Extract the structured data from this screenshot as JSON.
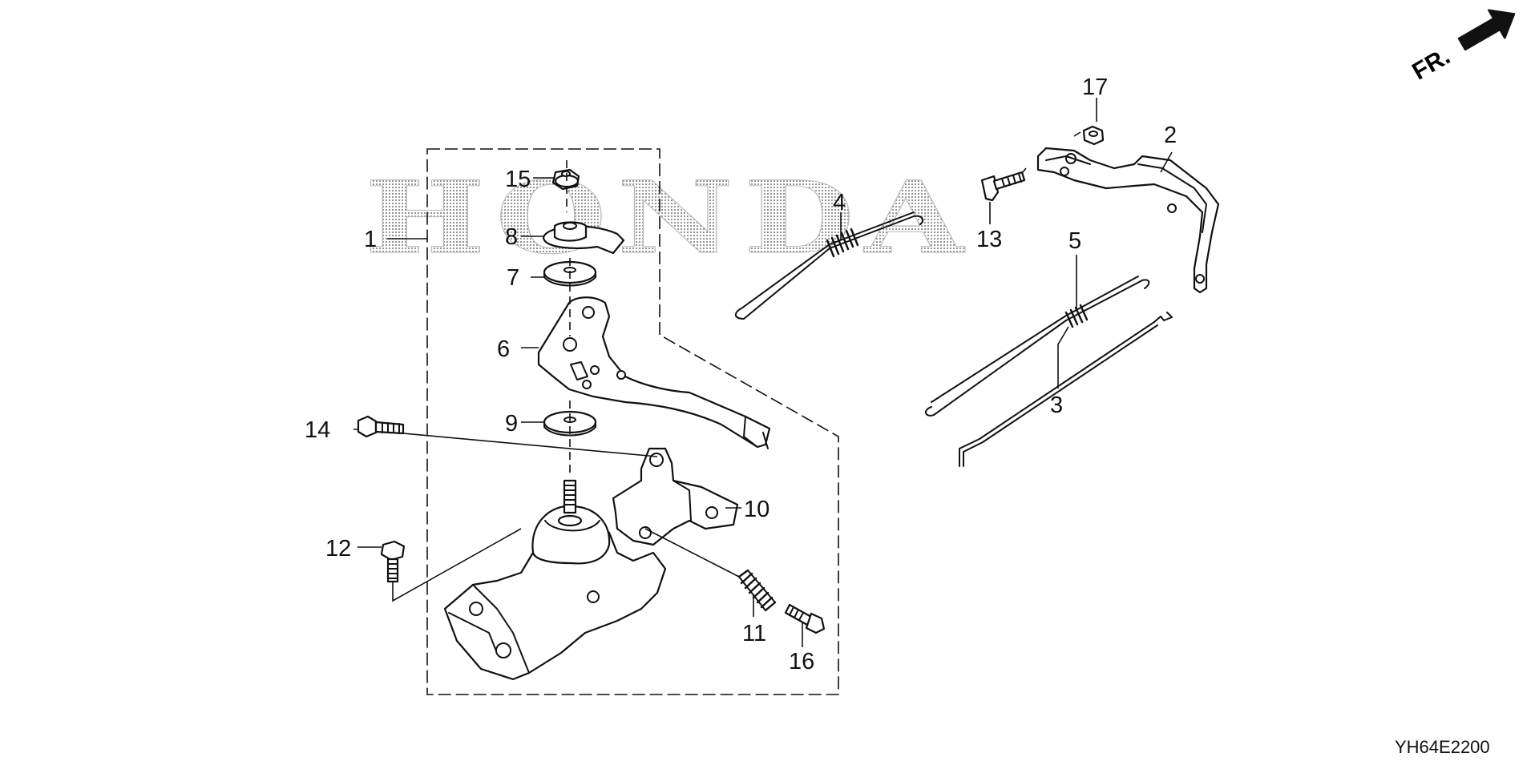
{
  "watermark": "HONDA",
  "direction_label": "FR.",
  "diagram_code": "YH64E2200",
  "callouts": [
    "1",
    "2",
    "3",
    "4",
    "5",
    "6",
    "7",
    "8",
    "9",
    "10",
    "11",
    "12",
    "13",
    "14",
    "15",
    "16",
    "17"
  ]
}
